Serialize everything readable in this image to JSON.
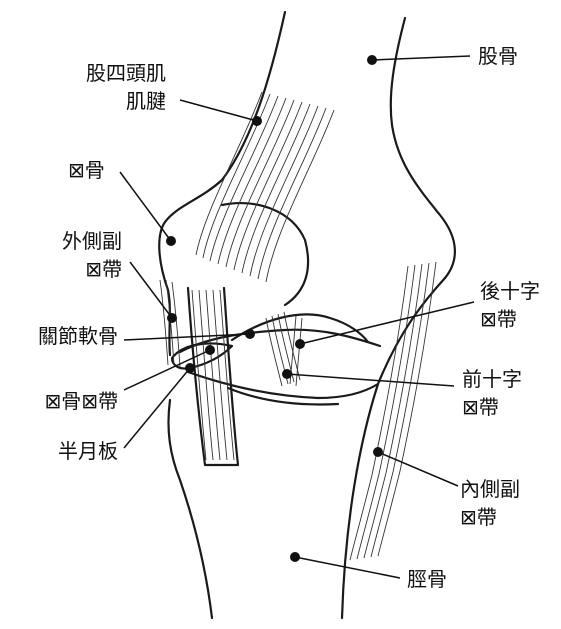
{
  "labels": {
    "quadriceps_tendon": [
      "股四頭肌",
      "肌腱"
    ],
    "femur": "股骨",
    "patella": "⊠骨",
    "lateral_collateral_ligament": [
      "外側副",
      "⊠帶"
    ],
    "articular_cartilage": "關節軟骨",
    "fibular_ligament": "⊠骨⊠帶",
    "meniscus": "半月板",
    "posterior_cruciate_ligament": [
      "後十字",
      "⊠帶"
    ],
    "anterior_cruciate_ligament": [
      "前十字",
      "⊠帶"
    ],
    "medial_collateral_ligament": [
      "內側副",
      "⊠帶"
    ],
    "tibia": "脛骨"
  }
}
